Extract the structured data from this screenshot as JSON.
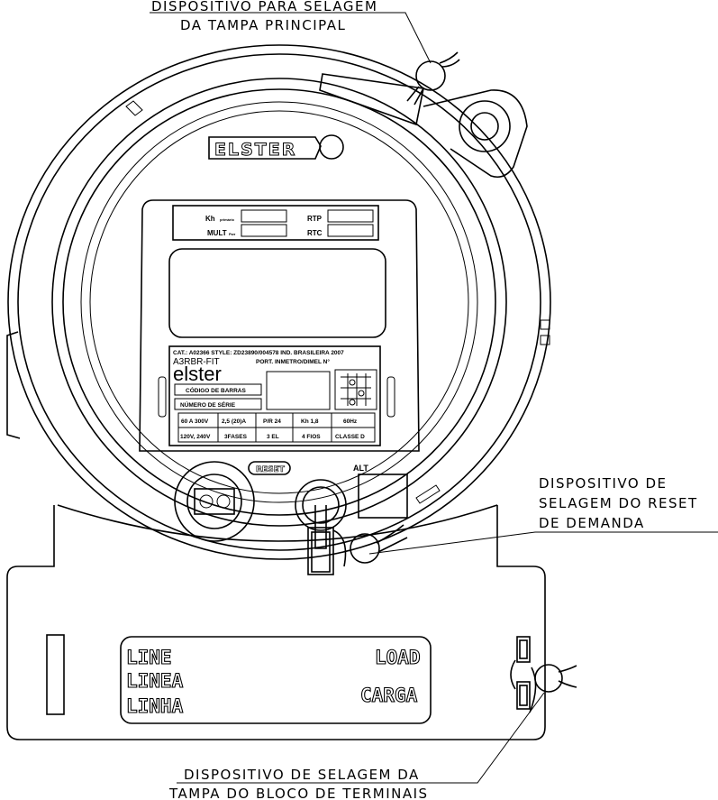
{
  "labels": {
    "main_cover_seal_line1": "DISPOSITIVO PARA SELAGEM",
    "main_cover_seal_line2": "DA TAMPA PRINCIPAL",
    "reset_seal_line1": "DISPOSITIVO DE",
    "reset_seal_line2": "SELAGEM DO RESET",
    "reset_seal_line3": "DE DEMANDA",
    "terminal_seal_line1": "DISPOSITIVO DE SELAGEM DA",
    "terminal_seal_line2": "TAMPA DO BLOCO DE TERMINAIS"
  },
  "meter": {
    "logo": "ELSTER",
    "nameplate": {
      "kh_label": "Kh",
      "kh_sub": "primário",
      "mult_label": "MULT",
      "mult_sub": "Pwr",
      "rtp_label": "RTP",
      "rtc_label": "RTC",
      "cat": "CAT.: A02366  STYLE: ZD23890/004578  IND. BRASILEIRA  2007",
      "model": "A3RBR-FIT",
      "port": "PORT. INMETRO/DIMEL N°",
      "brand": "elster",
      "barcode_label": "CÓDIGO DE BARRAS",
      "serial_label": "NÚMERO DE SÉRIE",
      "row1": [
        "60 A 300V",
        "2,5 (20)A",
        "P/R 24",
        "Kh 1,8",
        "60Hz"
      ],
      "row2": [
        "120V, 240V",
        "3FASES",
        "3 EL",
        "4 FIOS",
        "CLASSE D"
      ]
    },
    "reset_label": "RESET",
    "alt_label": "ALT",
    "terminal_cover": {
      "left_lines": [
        "LINE",
        "LINEA",
        "LINHA"
      ],
      "right_lines": [
        "LOAD",
        "CARGA"
      ]
    }
  },
  "colors": {
    "line": "#000000",
    "background": "#ffffff"
  }
}
